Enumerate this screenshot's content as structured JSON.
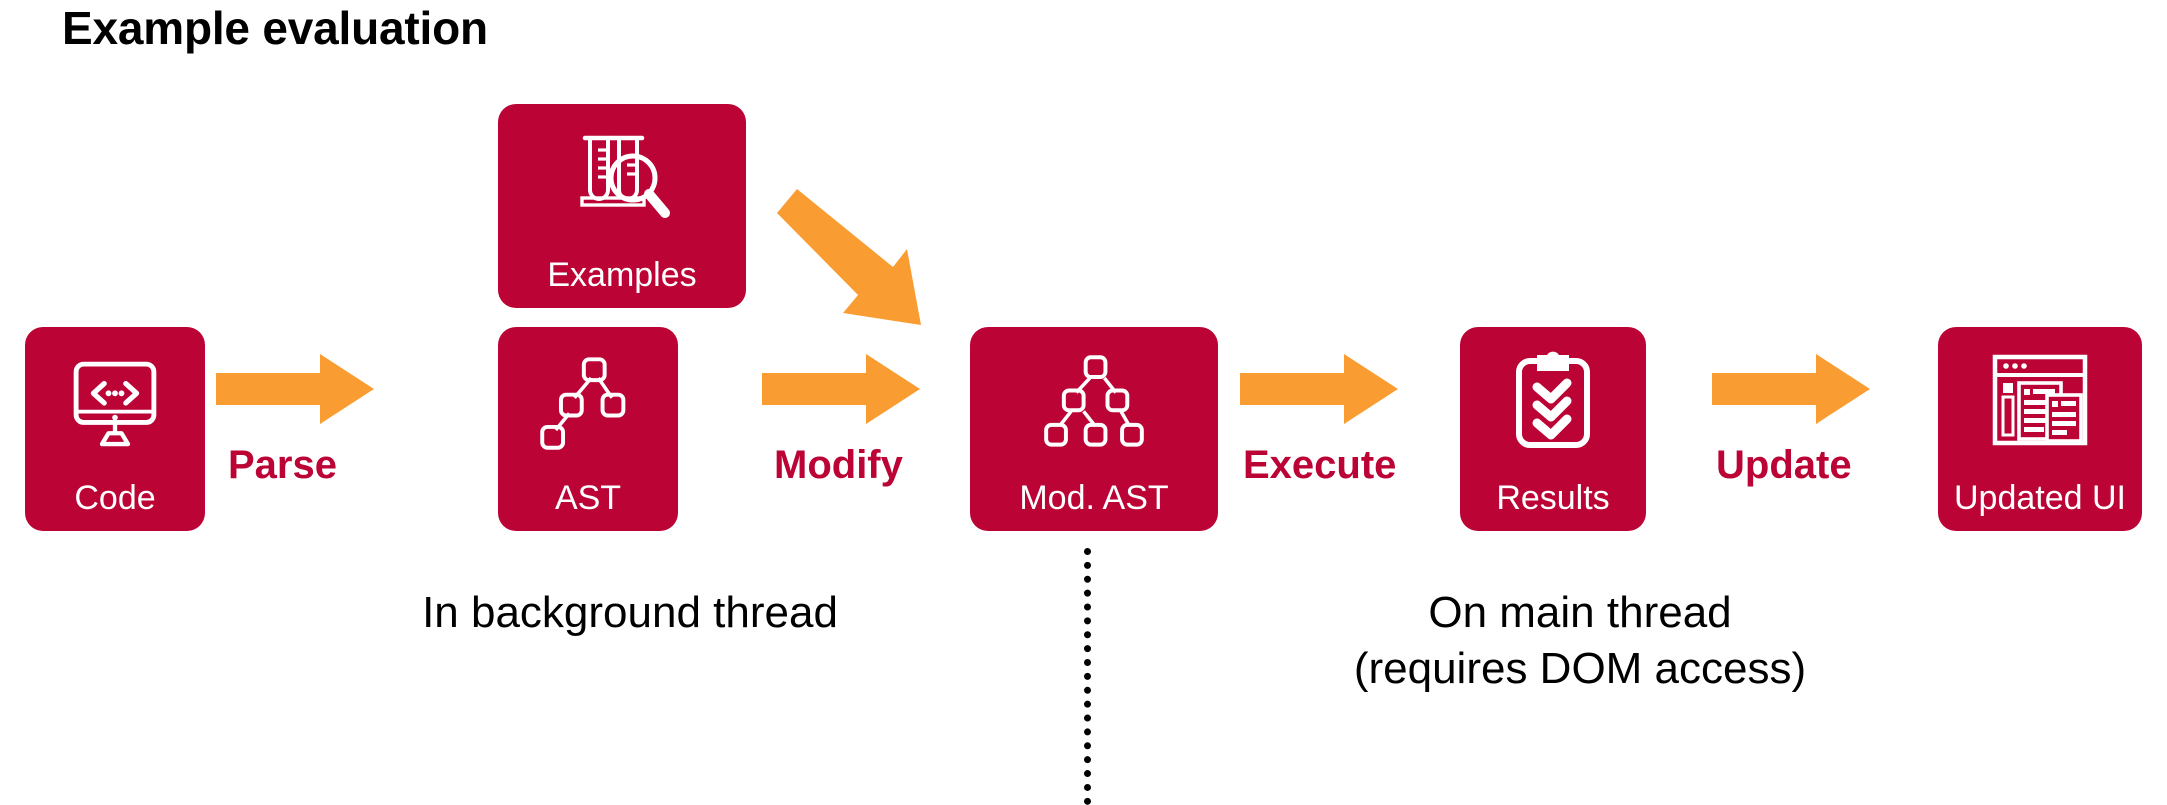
{
  "title": "Example evaluation",
  "colors": {
    "node_fill": "#BB0335",
    "arrow": "#F99D33",
    "label": "#BB0335",
    "text": "#000000",
    "background": "#FFFFFF"
  },
  "nodes": [
    {
      "id": "code",
      "label": "Code",
      "icon": "monitor-code-icon"
    },
    {
      "id": "examples",
      "label": "Examples",
      "icon": "test-tubes-magnifier-icon"
    },
    {
      "id": "ast",
      "label": "AST",
      "icon": "tree-small-icon"
    },
    {
      "id": "mod_ast",
      "label": "Mod. AST",
      "icon": "tree-large-icon"
    },
    {
      "id": "results",
      "label": "Results",
      "icon": "clipboard-checks-icon"
    },
    {
      "id": "updated_ui",
      "label": "Updated UI",
      "icon": "browser-window-icon"
    }
  ],
  "arrows": [
    {
      "id": "parse",
      "label": "Parse",
      "from": "code",
      "to": "ast",
      "direction": "right"
    },
    {
      "id": "modify",
      "label": "Modify",
      "from": "ast",
      "to": "mod_ast",
      "direction": "right"
    },
    {
      "id": "execute",
      "label": "Execute",
      "from": "mod_ast",
      "to": "results",
      "direction": "right"
    },
    {
      "id": "update",
      "label": "Update",
      "from": "results",
      "to": "updated_ui",
      "direction": "right"
    },
    {
      "id": "examples_feed",
      "label": "",
      "from": "examples",
      "to": "mod_ast",
      "direction": "diagonal-down-right"
    }
  ],
  "captions": {
    "background_thread": "In background thread",
    "main_thread_line1": "On main thread",
    "main_thread_line2": "(requires DOM access)"
  },
  "divider": {
    "name": "thread-boundary",
    "style": "dotted-vertical"
  }
}
